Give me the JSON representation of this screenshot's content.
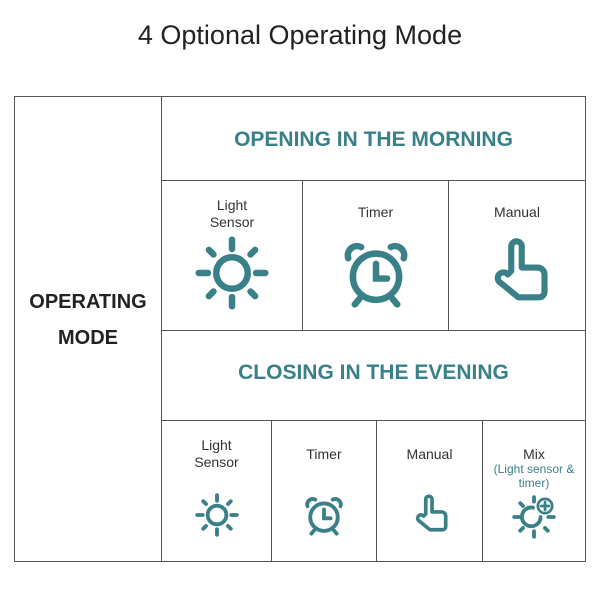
{
  "title": "4 Optional Operating Mode",
  "left_label": [
    "OPERATING",
    "MODE"
  ],
  "morning": {
    "heading": "OPENING IN THE MORNING",
    "modes": [
      {
        "label": [
          "Light",
          "Sensor"
        ],
        "icon": "sun-icon"
      },
      {
        "label": [
          "Timer"
        ],
        "icon": "alarm-clock-icon"
      },
      {
        "label": [
          "Manual"
        ],
        "icon": "hand-pointer-icon"
      }
    ]
  },
  "evening": {
    "heading": "CLOSING IN THE EVENING",
    "modes": [
      {
        "label": [
          "Light",
          "Sensor"
        ],
        "icon": "sun-icon"
      },
      {
        "label": [
          "Timer"
        ],
        "icon": "alarm-clock-icon"
      },
      {
        "label": [
          "Manual"
        ],
        "icon": "hand-pointer-icon"
      },
      {
        "label": [
          "Mix"
        ],
        "note": [
          "(Light sensor &",
          "timer)"
        ],
        "icon": "sun-plus-icon"
      }
    ]
  },
  "colors": {
    "accent": "#3a8088"
  }
}
